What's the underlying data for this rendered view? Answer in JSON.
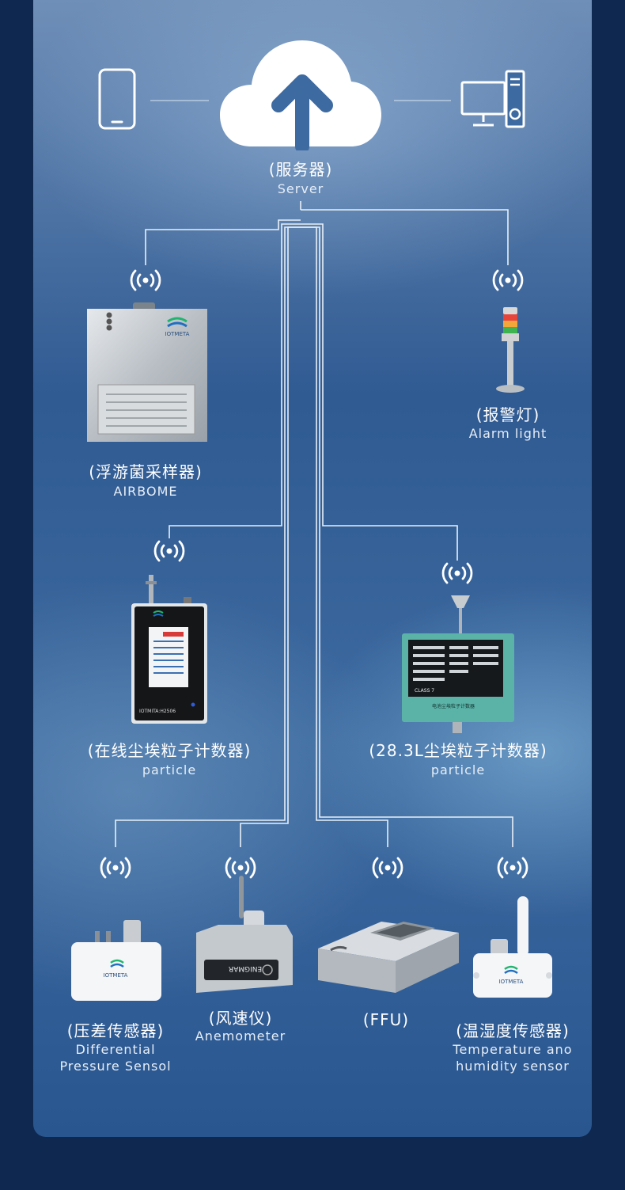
{
  "server": {
    "cn": "(服务器)",
    "en": "Server"
  },
  "nodes": {
    "airbome": {
      "cn": "(浮游菌采样器)",
      "en": "AIRBOME",
      "brand": "IOTMETA"
    },
    "alarm": {
      "cn": "(报警灯)",
      "en": "Alarm light"
    },
    "online_particle": {
      "cn": "(在线尘埃粒子计数器)",
      "en": "particle",
      "model": "IOTMITA:H2506",
      "brand": "IOTMETA"
    },
    "particle_283": {
      "cn": "(28.3L尘埃粒子计数器)",
      "en": "particle",
      "screen_class": "CLASS 7",
      "title": "电池尘埃粒子计数器"
    },
    "pressure": {
      "cn": "(压差传感器)",
      "en": "Differential Pressure Sensol",
      "brand": "IOTMETA"
    },
    "anemometer": {
      "cn": "(风速仪)",
      "en": "Anemometer",
      "brand": "ENIGMAR"
    },
    "ffu": {
      "cn": "(FFU)"
    },
    "temp": {
      "cn": "(温湿度传感器)",
      "en": "Temperature ano humidity sensor",
      "brand": "IOTMETA"
    }
  },
  "colors": {
    "line": "#e8f0f8",
    "accent": "#1fb56f",
    "brand_blue": "#1f6fc0"
  },
  "icons": [
    "phone-icon",
    "cloud-upload-icon",
    "computer-icon",
    "wireless-signal-icon"
  ]
}
